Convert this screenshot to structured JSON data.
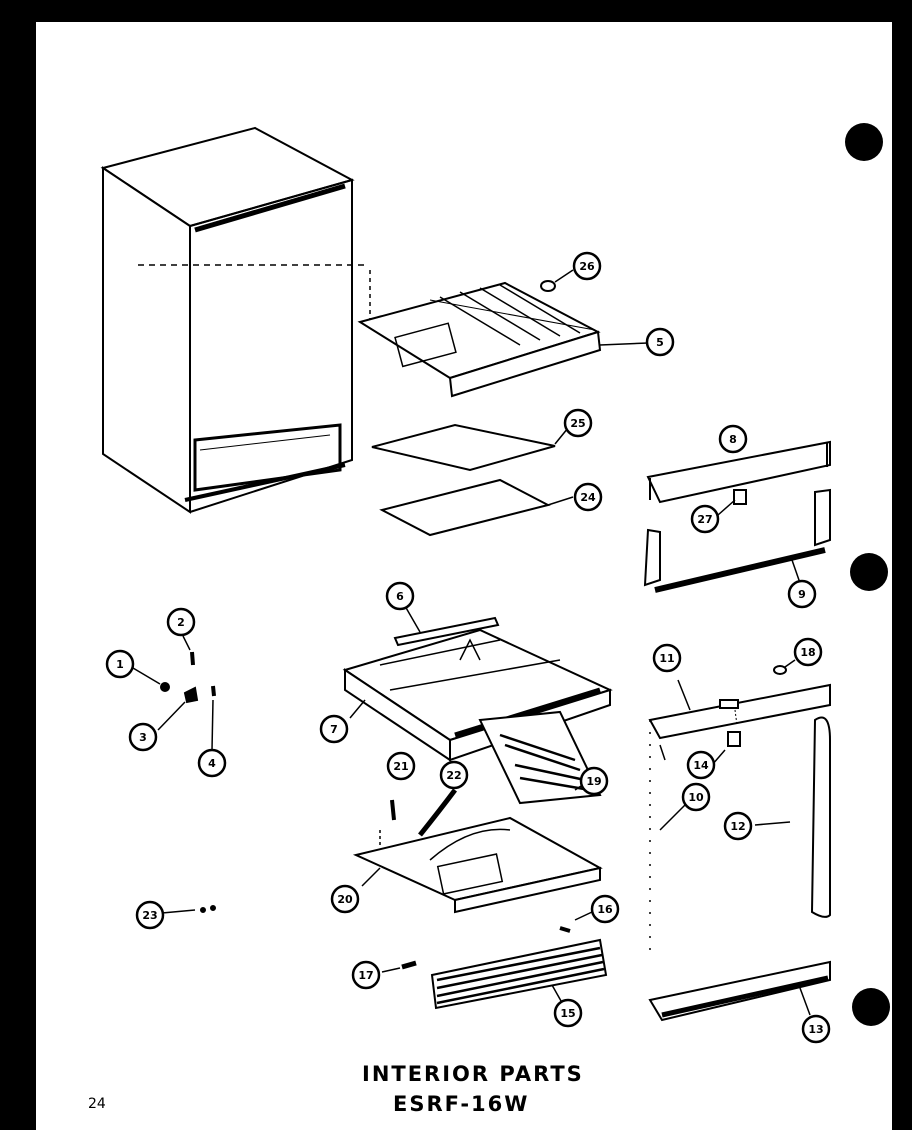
{
  "title": "INTERIOR PARTS",
  "model": "ESRF-16W",
  "page_number": "24",
  "callouts": [
    {
      "id": "c1",
      "label": "1"
    },
    {
      "id": "c2",
      "label": "2"
    },
    {
      "id": "c3",
      "label": "3"
    },
    {
      "id": "c4",
      "label": "4"
    },
    {
      "id": "c5",
      "label": "5"
    },
    {
      "id": "c6",
      "label": "6"
    },
    {
      "id": "c7",
      "label": "7"
    },
    {
      "id": "c8",
      "label": "8"
    },
    {
      "id": "c9",
      "label": "9"
    },
    {
      "id": "c10",
      "label": "10"
    },
    {
      "id": "c11",
      "label": "11"
    },
    {
      "id": "c12",
      "label": "12"
    },
    {
      "id": "c13",
      "label": "13"
    },
    {
      "id": "c14",
      "label": "14"
    },
    {
      "id": "c15",
      "label": "15"
    },
    {
      "id": "c16",
      "label": "16"
    },
    {
      "id": "c17",
      "label": "17"
    },
    {
      "id": "c18",
      "label": "18"
    },
    {
      "id": "c19",
      "label": "19"
    },
    {
      "id": "c20",
      "label": "20"
    },
    {
      "id": "c21",
      "label": "21"
    },
    {
      "id": "c22",
      "label": "22"
    },
    {
      "id": "c23",
      "label": "23"
    },
    {
      "id": "c24",
      "label": "24"
    },
    {
      "id": "c25",
      "label": "25"
    },
    {
      "id": "c26",
      "label": "26"
    },
    {
      "id": "c27",
      "label": "27"
    }
  ]
}
